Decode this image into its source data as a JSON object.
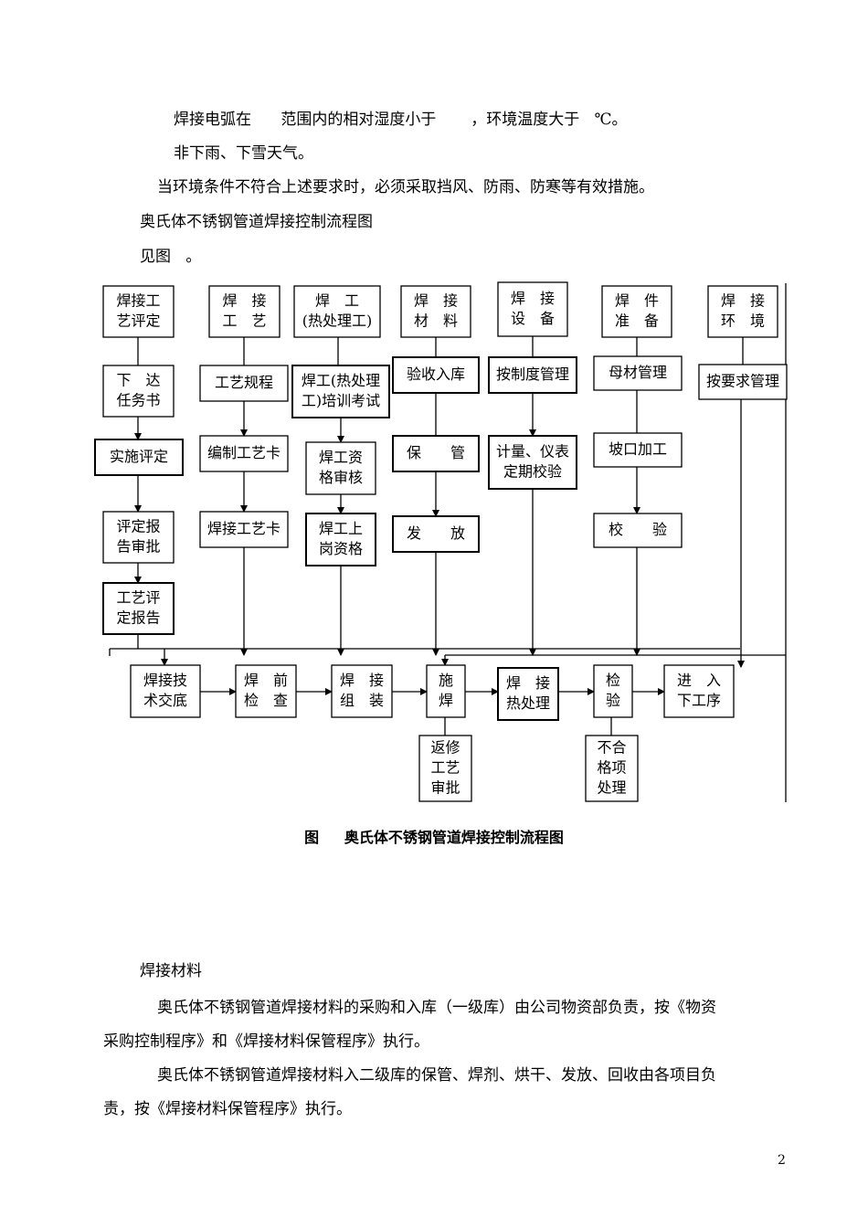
{
  "paragraphs": {
    "p1": "焊接电弧在      范围内的相对湿度小于       ，环境温度大于   ℃。",
    "p2": "非下雨、下雪天气。",
    "p3": "当环境条件不符合上述要求时，必须采取挡风、防雨、防寒等有效措施。",
    "p4": "奥氏体不锈钢管道焊接控制流程图",
    "p5": "见图   。"
  },
  "flowchart": {
    "boxes": [
      {
        "id": "c1_head",
        "lines": [
          "焊接工",
          "艺评定"
        ]
      },
      {
        "id": "c1_b2",
        "lines": [
          "下　达",
          "任务书"
        ]
      },
      {
        "id": "c1_b3",
        "lines": [
          "实施评定"
        ]
      },
      {
        "id": "c1_b4",
        "lines": [
          "评定报",
          "告审批"
        ]
      },
      {
        "id": "c1_b5",
        "lines": [
          "工艺评",
          "定报告"
        ]
      },
      {
        "id": "c2_head",
        "lines": [
          "焊　接",
          "工　艺"
        ]
      },
      {
        "id": "c2_b2",
        "lines": [
          "工艺规程"
        ]
      },
      {
        "id": "c2_b3",
        "lines": [
          "编制工艺卡"
        ]
      },
      {
        "id": "c2_b4",
        "lines": [
          "焊接工艺卡"
        ]
      },
      {
        "id": "c3_head",
        "lines": [
          "焊　工",
          "(热处理工)"
        ]
      },
      {
        "id": "c3_b2",
        "lines": [
          "焊工(热处理",
          "工)培训考试"
        ]
      },
      {
        "id": "c3_b3",
        "lines": [
          "焊工资",
          "格审核"
        ]
      },
      {
        "id": "c3_b4",
        "lines": [
          "焊工上",
          "岗资格"
        ]
      },
      {
        "id": "c4_head",
        "lines": [
          "焊　接",
          "材　料"
        ]
      },
      {
        "id": "c4_b2",
        "lines": [
          "验收入库"
        ]
      },
      {
        "id": "c4_b3",
        "lines": [
          "保　　管"
        ]
      },
      {
        "id": "c4_b4",
        "lines": [
          "发　　放"
        ]
      },
      {
        "id": "c5_head",
        "lines": [
          "焊　接",
          "设　备"
        ]
      },
      {
        "id": "c5_b2",
        "lines": [
          "按制度管理"
        ]
      },
      {
        "id": "c5_b3",
        "lines": [
          "计量、仪表",
          "定期校验"
        ]
      },
      {
        "id": "c6_head",
        "lines": [
          "焊　件",
          "准　备"
        ]
      },
      {
        "id": "c6_b2",
        "lines": [
          "母材管理"
        ]
      },
      {
        "id": "c6_b3",
        "lines": [
          "坡口加工"
        ]
      },
      {
        "id": "c6_b4",
        "lines": [
          "校　　验"
        ]
      },
      {
        "id": "c7_head",
        "lines": [
          "焊　接",
          "环　境"
        ]
      },
      {
        "id": "c7_b2",
        "lines": [
          "按要求管理"
        ]
      },
      {
        "id": "r_1",
        "lines": [
          "焊接技",
          "术交底"
        ]
      },
      {
        "id": "r_2",
        "lines": [
          "焊　前",
          "检　查"
        ]
      },
      {
        "id": "r_3",
        "lines": [
          "焊　接",
          "组　装"
        ]
      },
      {
        "id": "r_4",
        "lines": [
          "施",
          "焊"
        ]
      },
      {
        "id": "r_5",
        "lines": [
          "焊　接",
          "热处理"
        ]
      },
      {
        "id": "r_6",
        "lines": [
          "检",
          "验"
        ]
      },
      {
        "id": "r_7",
        "lines": [
          "进　入",
          "下工序"
        ]
      },
      {
        "id": "s_1",
        "lines": [
          "返修",
          "工艺",
          "审批"
        ]
      },
      {
        "id": "s_2",
        "lines": [
          "不合",
          "格项",
          "处理"
        ]
      }
    ]
  },
  "caption": "图     奥氏体不锈钢管道焊接控制流程图",
  "paragraphs2": {
    "p6": "焊接材料",
    "p7a": "奥氏体不锈钢管道焊接材料的采购和入库（一级库）由公司物资部负责，按《物资",
    "p7b": "采购控制程序》和《焊接材料保管程序》执行。",
    "p8a": "奥氏体不锈钢管道焊接材料入二级库的保管、焊剂、烘干、发放、回收由各项目负",
    "p8b": "责，按《焊接材料保管程序》执行。"
  },
  "page_number": "2"
}
